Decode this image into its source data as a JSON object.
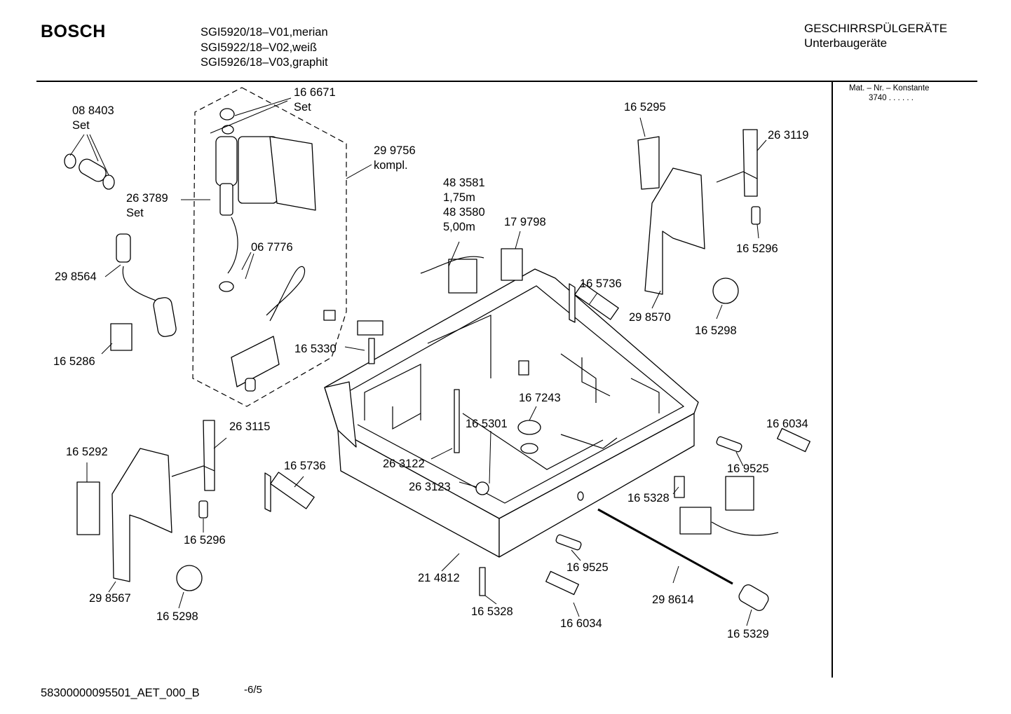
{
  "header": {
    "brand": "BOSCH",
    "models": [
      "SGI5920/18–V01,merian",
      "SGI5922/18–V02,weiß",
      "SGI5926/18–V03,graphit"
    ],
    "category": "GESCHIRRSPÜLGERÄTE",
    "subcategory": "Unterbaugeräte"
  },
  "sidebar": {
    "mat_label": "Mat. – Nr. – Konstante",
    "mat_value": "3740  .  .  .  .  .  ."
  },
  "footer": {
    "doc_id": "58300000095501_AET_000_B",
    "page": "-6/5"
  },
  "diagram": {
    "labels": [
      {
        "id": "l01",
        "lines": [
          "16 6671",
          "Set"
        ]
      },
      {
        "id": "l02",
        "lines": [
          "08 8403",
          "Set"
        ]
      },
      {
        "id": "l03",
        "lines": [
          "29 9756",
          "kompl."
        ]
      },
      {
        "id": "l04",
        "lines": [
          "26 3789",
          "Set"
        ]
      },
      {
        "id": "l05",
        "lines": [
          "06 7776"
        ]
      },
      {
        "id": "l06",
        "lines": [
          "29 8564"
        ]
      },
      {
        "id": "l07",
        "lines": [
          "16 5286"
        ]
      },
      {
        "id": "l08",
        "lines": [
          "16 5330"
        ]
      },
      {
        "id": "l09",
        "lines": [
          "48 3581",
          "1,75m",
          "48 3580",
          "5,00m"
        ]
      },
      {
        "id": "l10",
        "lines": [
          "17 9798"
        ]
      },
      {
        "id": "l11",
        "lines": [
          "16 5295"
        ]
      },
      {
        "id": "l12",
        "lines": [
          "26 3119"
        ]
      },
      {
        "id": "l13",
        "lines": [
          "16 5296"
        ]
      },
      {
        "id": "l14",
        "lines": [
          "16 5736"
        ]
      },
      {
        "id": "l15",
        "lines": [
          "29 8570"
        ]
      },
      {
        "id": "l16",
        "lines": [
          "16 5298"
        ]
      },
      {
        "id": "l17",
        "lines": [
          "16 7243"
        ]
      },
      {
        "id": "l18",
        "lines": [
          "16 5301"
        ]
      },
      {
        "id": "l19",
        "lines": [
          "26 3115"
        ]
      },
      {
        "id": "l20",
        "lines": [
          "16 5292"
        ]
      },
      {
        "id": "l21",
        "lines": [
          "16 5736"
        ]
      },
      {
        "id": "l22",
        "lines": [
          "26 3122"
        ]
      },
      {
        "id": "l23",
        "lines": [
          "26 3123"
        ]
      },
      {
        "id": "l24",
        "lines": [
          "16 6034"
        ]
      },
      {
        "id": "l25",
        "lines": [
          "16 9525"
        ]
      },
      {
        "id": "l26",
        "lines": [
          "16 5328"
        ]
      },
      {
        "id": "l27",
        "lines": [
          "16 5296"
        ]
      },
      {
        "id": "l28",
        "lines": [
          "29 8567"
        ]
      },
      {
        "id": "l29",
        "lines": [
          "16 5298"
        ]
      },
      {
        "id": "l30",
        "lines": [
          "21 4812"
        ]
      },
      {
        "id": "l31",
        "lines": [
          "16 9525"
        ]
      },
      {
        "id": "l32",
        "lines": [
          "16 5328"
        ]
      },
      {
        "id": "l33",
        "lines": [
          "16 6034"
        ]
      },
      {
        "id": "l34",
        "lines": [
          "29 8614"
        ]
      },
      {
        "id": "l35",
        "lines": [
          "16 5329"
        ]
      }
    ]
  }
}
